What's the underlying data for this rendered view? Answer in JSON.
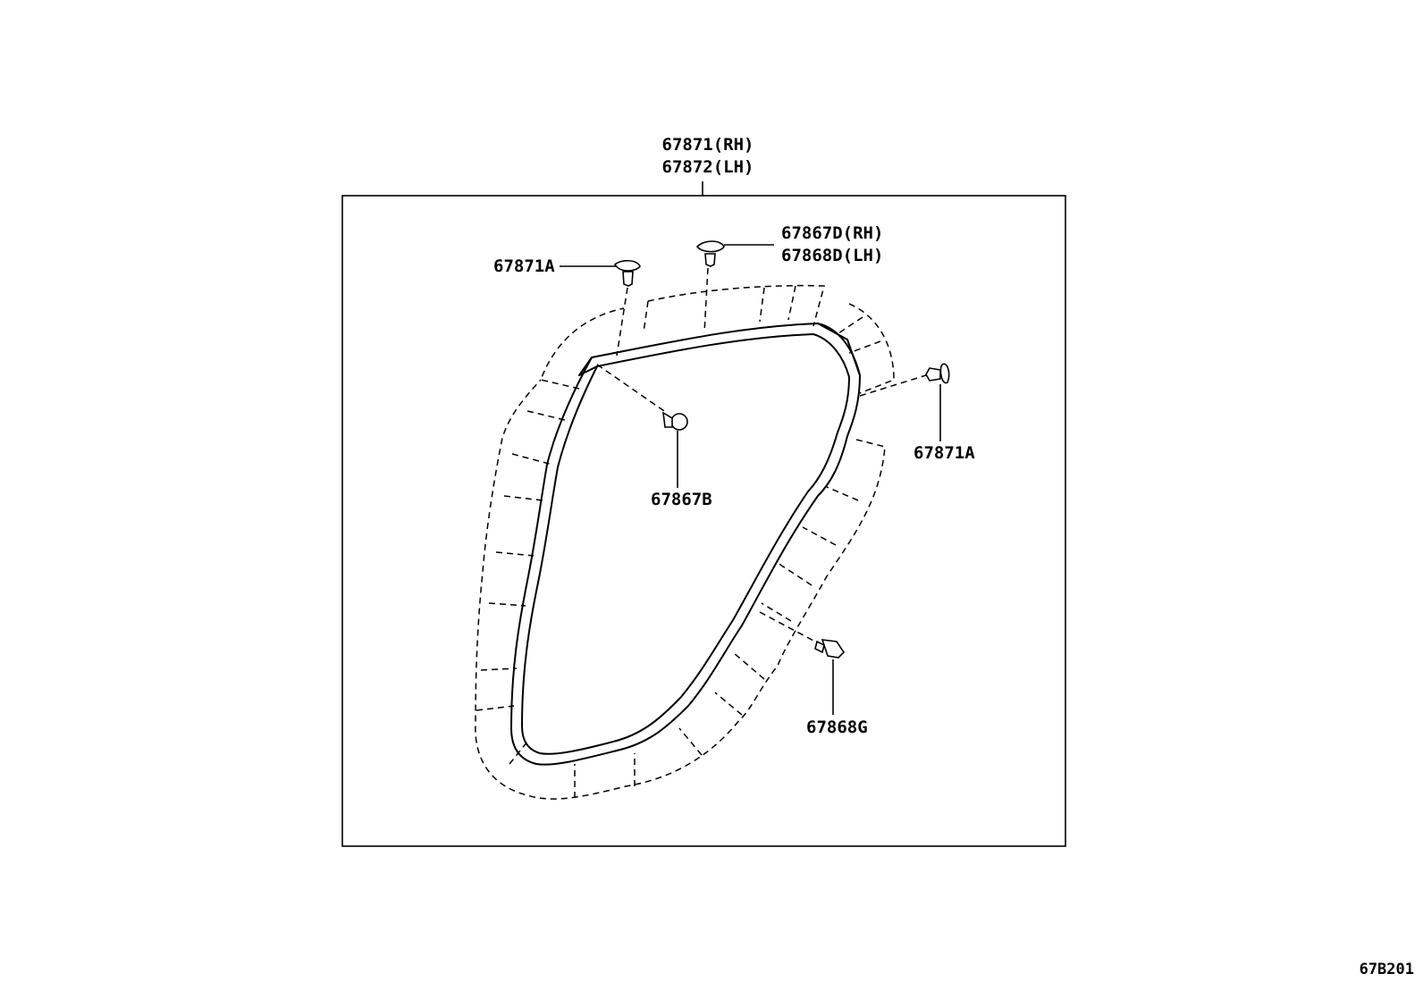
{
  "main_part": {
    "rh": "67871(RH)",
    "lh": "67872(LH)"
  },
  "callouts": {
    "clip_67871a_top": "67871A",
    "clip_67867d": {
      "rh": "67867D(RH)",
      "lh": "67868D(LH)"
    },
    "clip_67871a_right": "67871A",
    "clip_67867b": "67867B",
    "clip_67868g": "67868G"
  },
  "figure_ref": "67B201"
}
